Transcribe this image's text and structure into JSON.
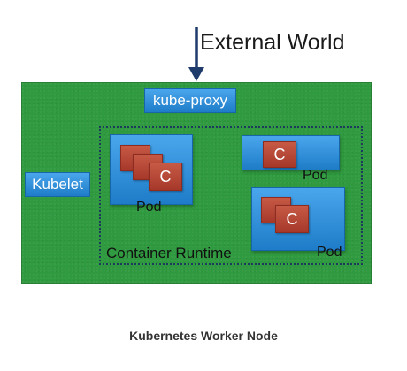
{
  "diagram": {
    "external_label": "External World",
    "kube_proxy": "kube-proxy",
    "kubelet": "Kubelet",
    "runtime_label": "Container Runtime",
    "pod_label": "Pod",
    "container_label": "C",
    "caption": "Kubernetes Worker Node",
    "colors": {
      "node_green": "#2f9a3f",
      "component_blue": "#2f8fdc",
      "container_red": "#b3473a",
      "arrow": "#1e3b6b"
    }
  }
}
